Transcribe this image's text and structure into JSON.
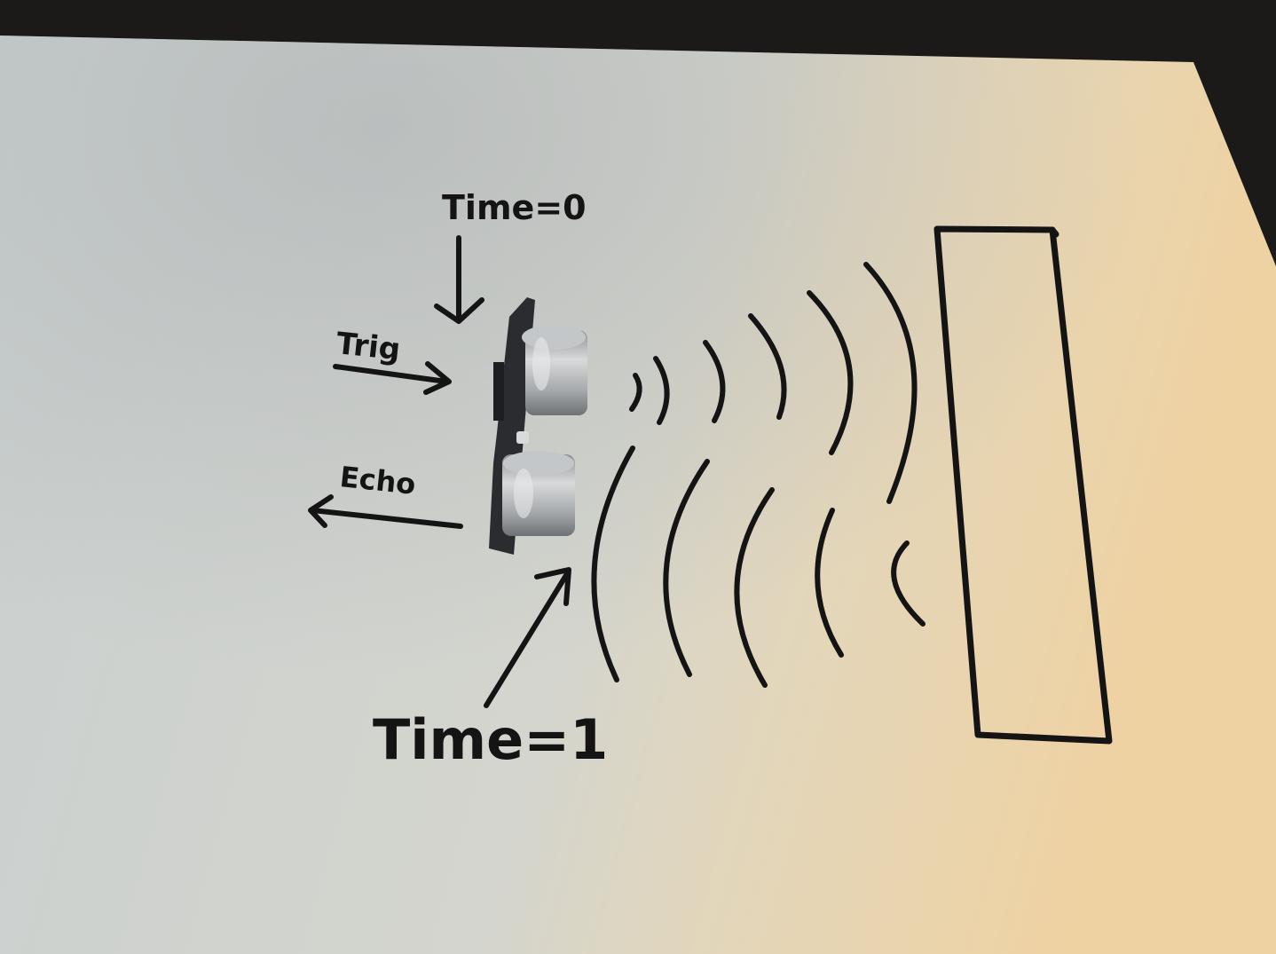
{
  "photo": {
    "subject": "ultrasonic-sensor-on-paper",
    "colors": {
      "table": "#1c1a18",
      "paper_cool": "#cfd3d2",
      "paper_warm": "#ecd4a8",
      "ink": "#141414",
      "sensor_metal": "#b9bcbe",
      "board": "#2b2c30"
    }
  },
  "labels": {
    "time_zero": "Time=0",
    "trig": "Trig",
    "echo": "Echo",
    "time_one": "Time=1"
  }
}
